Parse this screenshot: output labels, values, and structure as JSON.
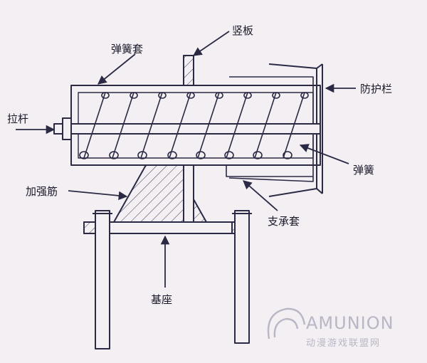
{
  "labels": {
    "vertical_plate": "竖板",
    "spring_sleeve": "弹簧套",
    "guard_rail": "防护栏",
    "pull_rod": "拉杆",
    "spring": "弹簧",
    "reinforcing_rib": "加强筋",
    "support_sleeve": "支承套",
    "base": "基座"
  },
  "watermark": {
    "brand": "AMUNION",
    "subtitle": "动漫游戏联盟网"
  },
  "colors": {
    "ink": "#2a2a44",
    "paper": "#f3eff2",
    "watermark": "#b9b6c6"
  },
  "icons": [
    "watermark-logo-icon"
  ]
}
